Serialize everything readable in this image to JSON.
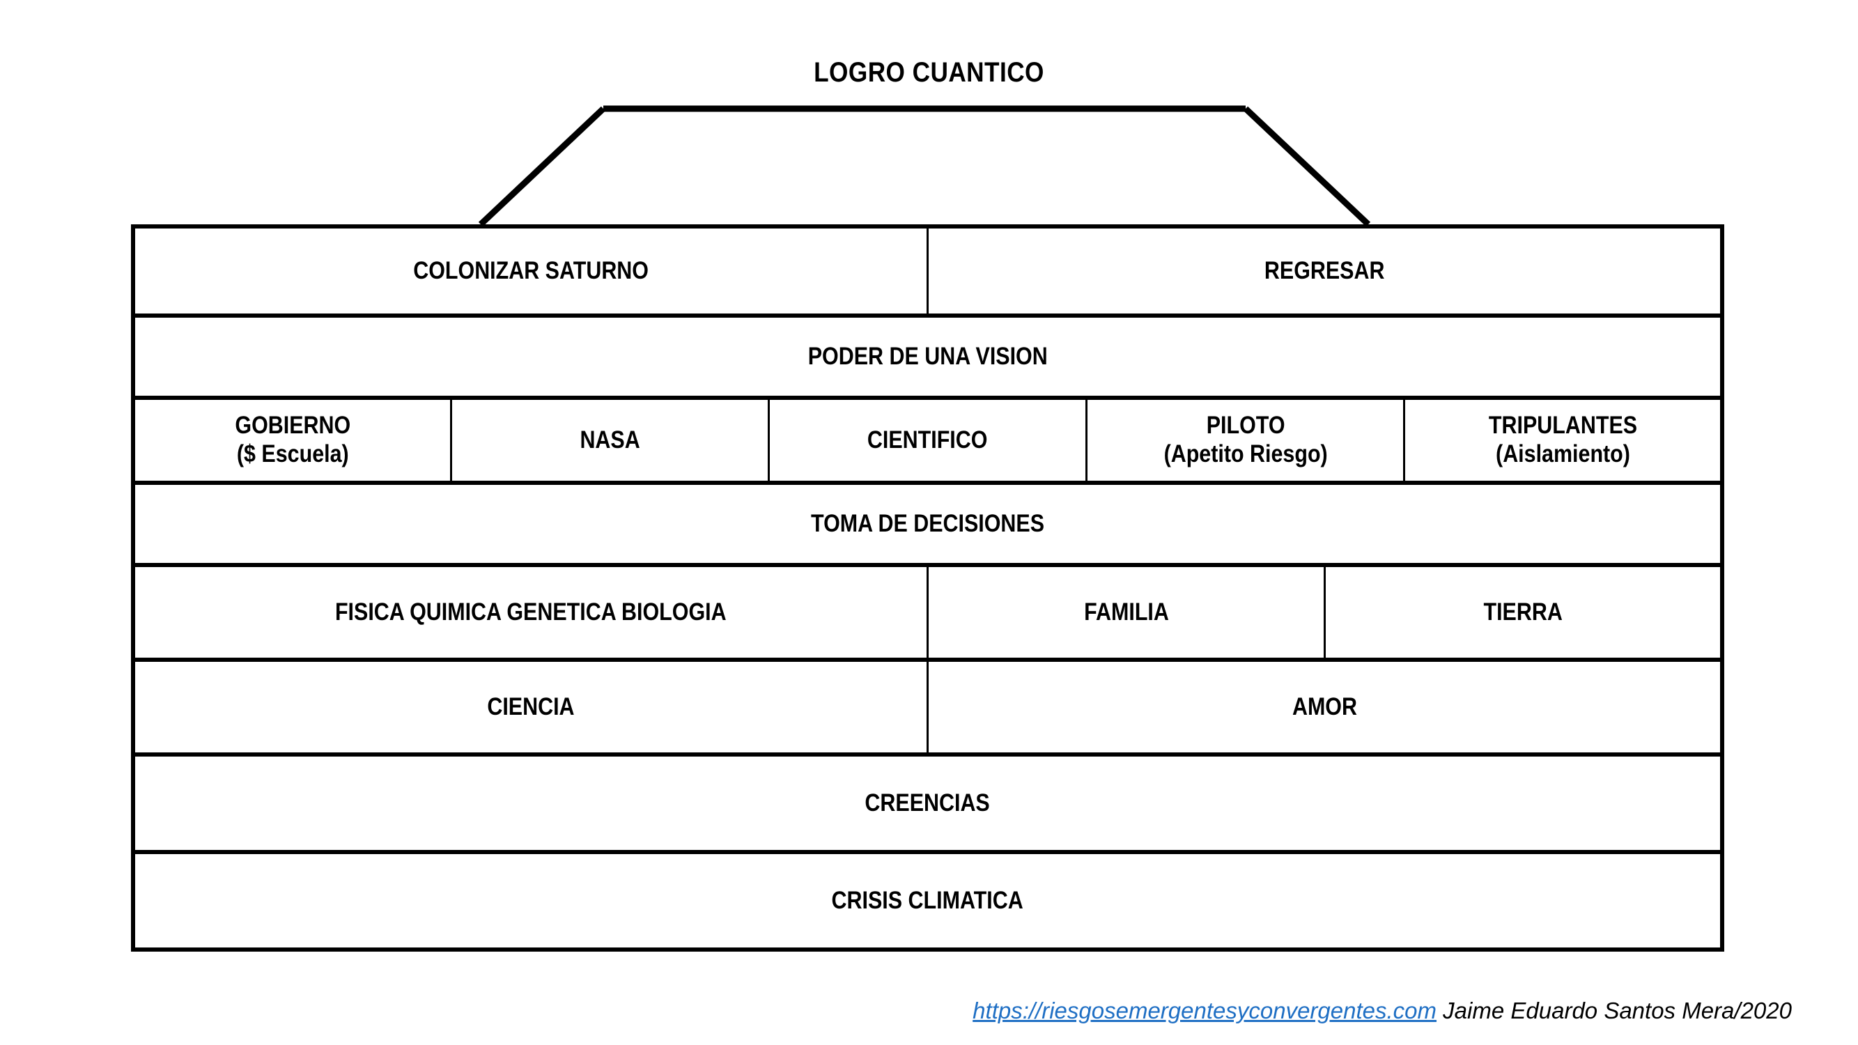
{
  "diagram": {
    "title": "LOGRO CUANTICO",
    "type": "layered-pyramid",
    "shape": {
      "name": "funnel-trapezoid",
      "stroke_color": "#000000"
    },
    "rows": [
      {
        "id": "objectives",
        "cells": [
          {
            "label": "COLONIZAR SATURNO",
            "span": 10
          },
          {
            "label": "REGRESAR",
            "span": 10
          }
        ]
      },
      {
        "id": "vision",
        "cells": [
          {
            "label": "PODER DE UNA VISION",
            "span": 20
          }
        ]
      },
      {
        "id": "actors",
        "cells": [
          {
            "label": "GOBIERNO\n($ Escuela)",
            "span": 4
          },
          {
            "label": "NASA",
            "span": 4
          },
          {
            "label": "CIENTIFICO",
            "span": 4
          },
          {
            "label": "PILOTO\n(Apetito Riesgo)",
            "span": 4
          },
          {
            "label": "TRIPULANTES\n(Aislamiento)",
            "span": 4
          }
        ]
      },
      {
        "id": "decisions",
        "cells": [
          {
            "label": "TOMA DE DECISIONES",
            "span": 20
          }
        ]
      },
      {
        "id": "domains",
        "cells": [
          {
            "label": "FISICA  QUIMICA  GENETICA  BIOLOGIA",
            "span": 10
          },
          {
            "label": "FAMILIA",
            "span": 5
          },
          {
            "label": "TIERRA",
            "span": 5
          }
        ]
      },
      {
        "id": "values",
        "cells": [
          {
            "label": "CIENCIA",
            "span": 10
          },
          {
            "label": "AMOR",
            "span": 10
          }
        ]
      },
      {
        "id": "beliefs",
        "cells": [
          {
            "label": "CREENCIAS",
            "span": 20
          }
        ]
      },
      {
        "id": "base",
        "cells": [
          {
            "label": "CRISIS CLIMATICA",
            "span": 20
          }
        ]
      }
    ]
  },
  "footer": {
    "url": "https://riesgosemergentesyconvergentes.com",
    "author": " Jaime Eduardo Santos Mera/2020",
    "link_color": "#1F6FC4"
  }
}
